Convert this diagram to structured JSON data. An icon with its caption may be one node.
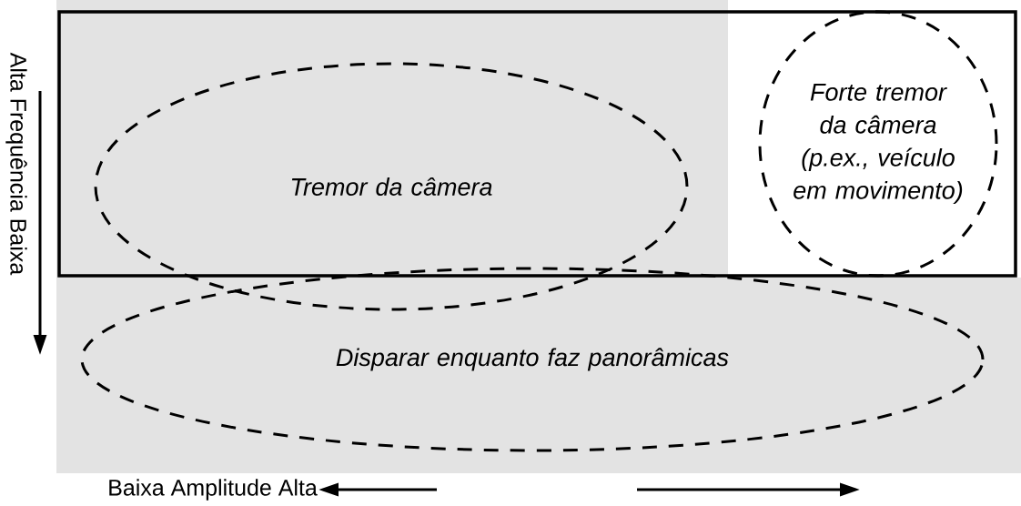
{
  "diagram": {
    "nodes": [
      {
        "text": [
          "Tremor da câmera"
        ]
      },
      {
        "text": [
          "Forte tremor da câmera (p.ex., veículo em movimento)"
        ]
      },
      {
        "text": [
          "Disparar enquanto faz panorâmicas"
        ]
      }
    ],
    "labels": [
      "Alta Frequência Baixa",
      "Baixa Amplitude Alta"
    ]
  }
}
